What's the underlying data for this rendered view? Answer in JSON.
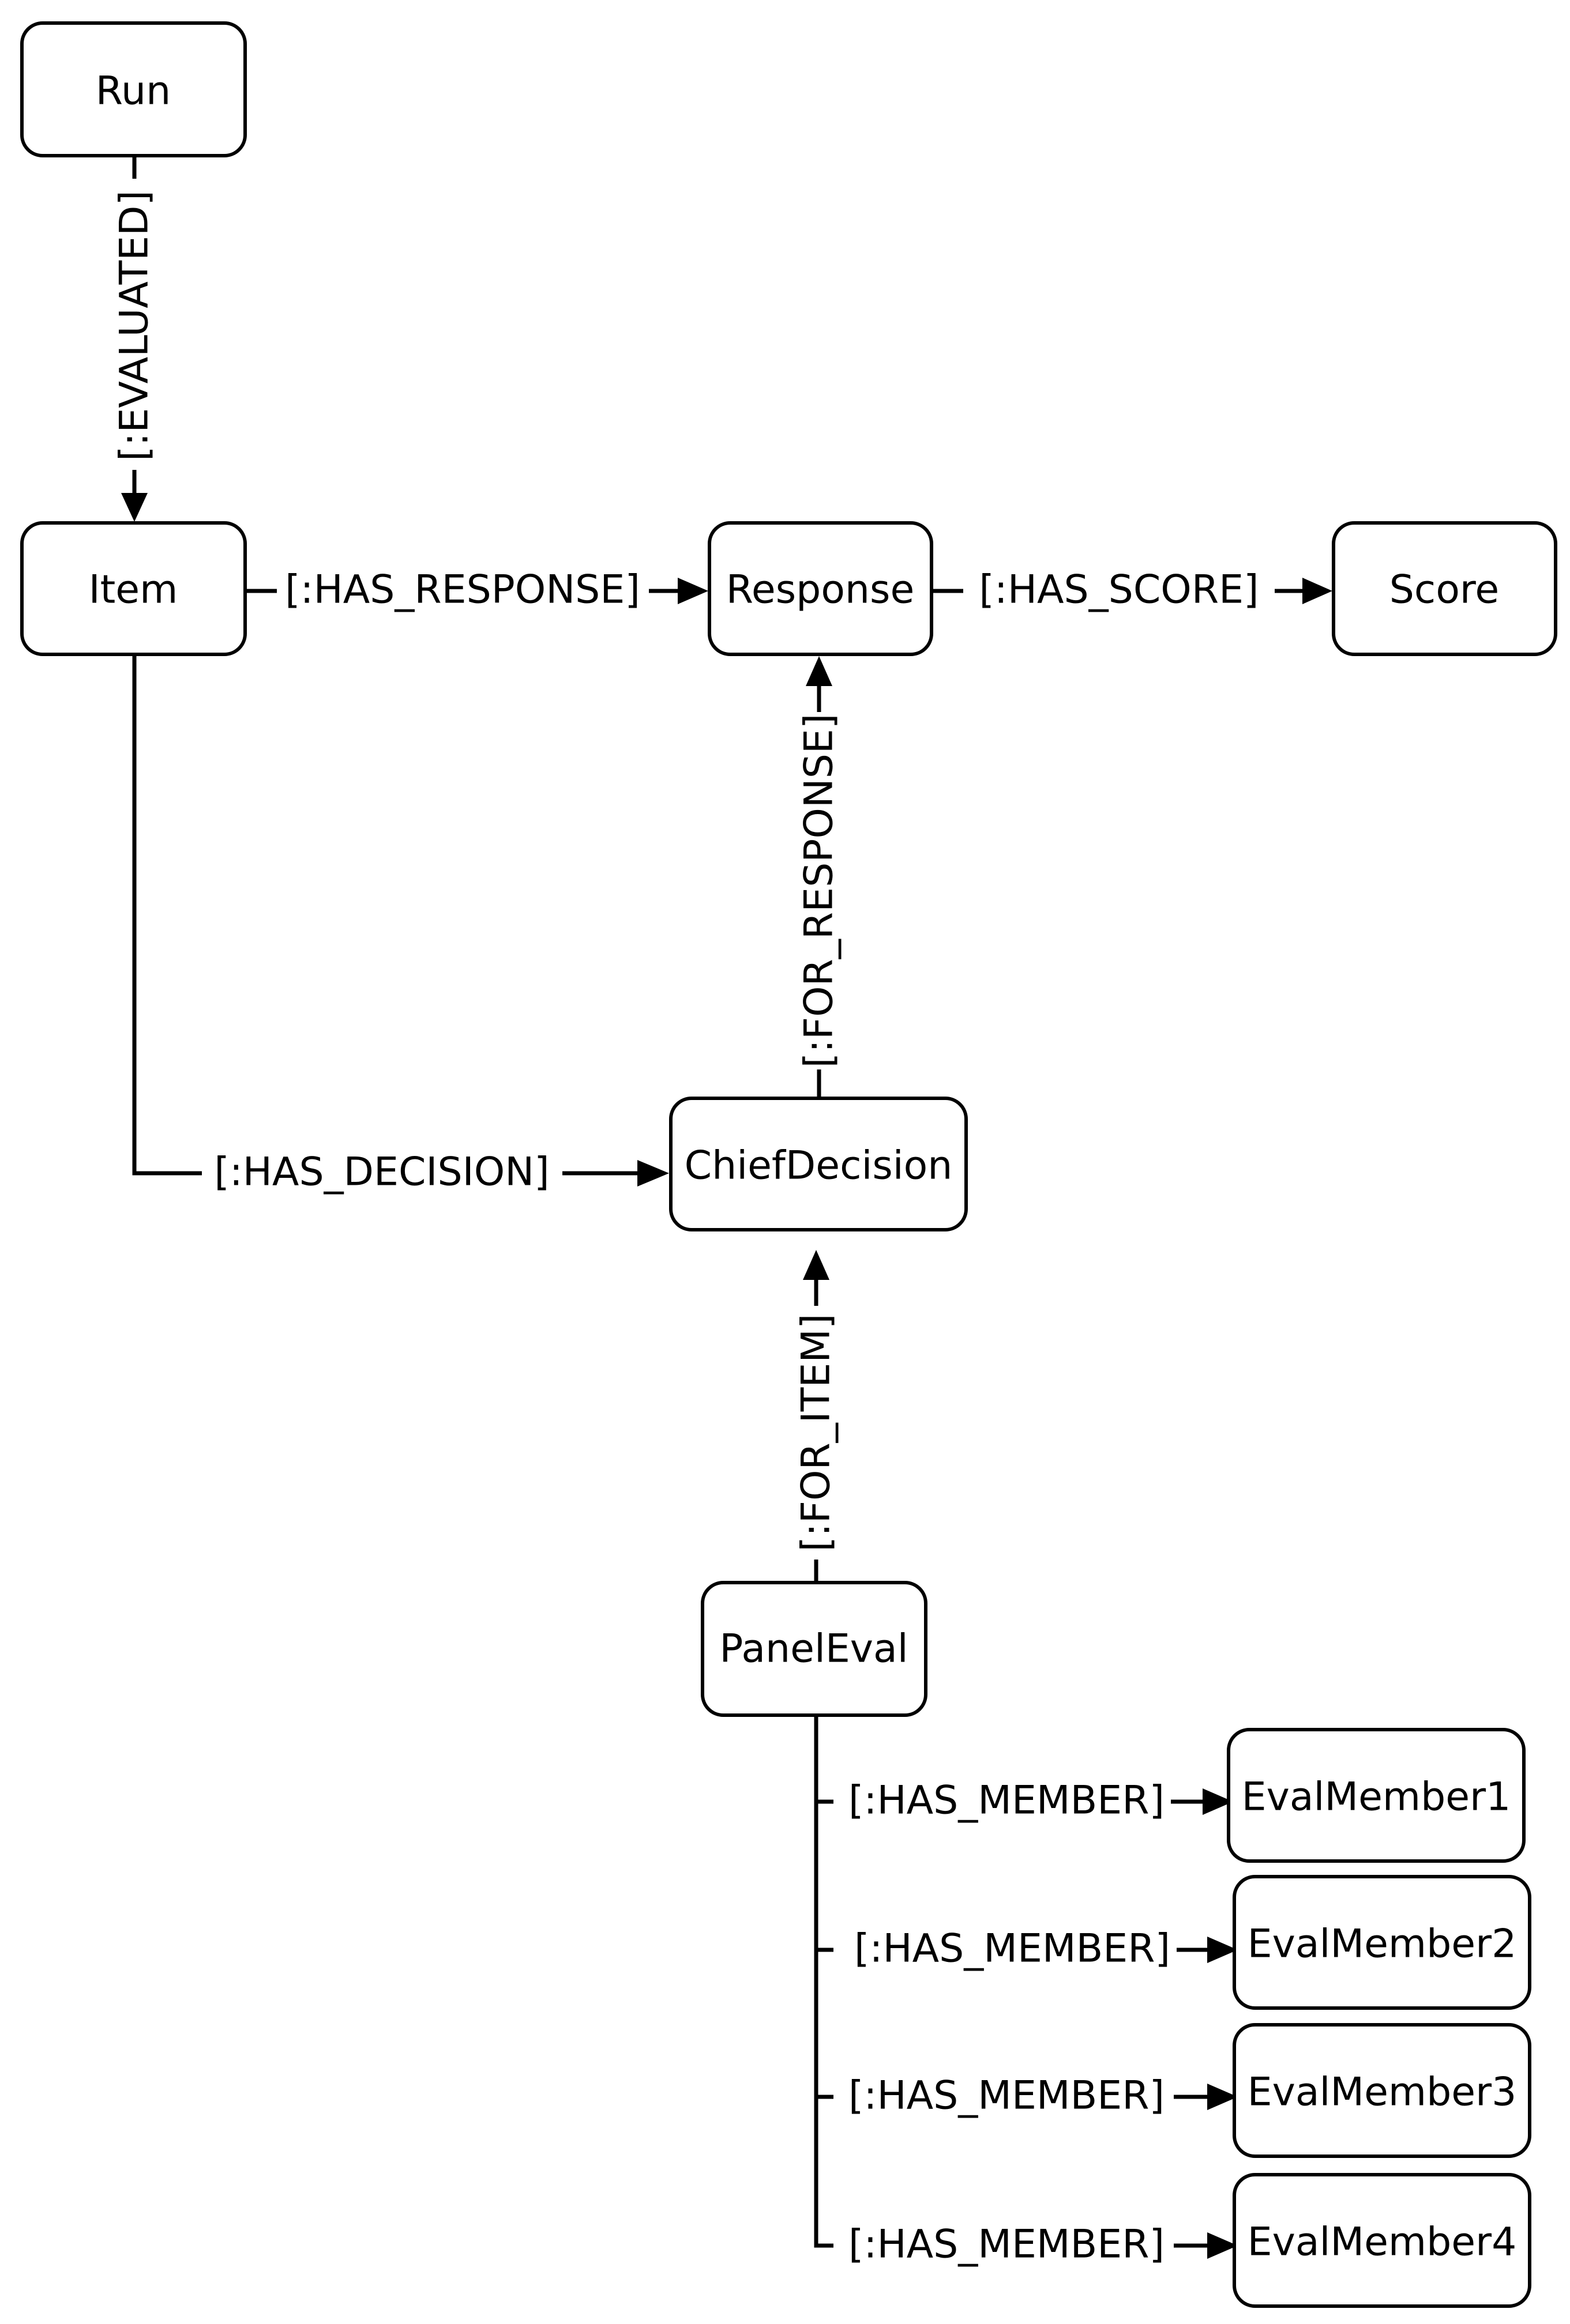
{
  "nodes": {
    "run": "Run",
    "item": "Item",
    "response": "Response",
    "score": "Score",
    "chief_decision": "ChiefDecision",
    "panel_eval": "PanelEval",
    "eval_member_1": "EvalMember1",
    "eval_member_2": "EvalMember2",
    "eval_member_3": "EvalMember3",
    "eval_member_4": "EvalMember4"
  },
  "edges": {
    "evaluated": "[:EVALUATED]",
    "has_response": "[:HAS_RESPONSE]",
    "has_score": "[:HAS_SCORE]",
    "for_response": "[:FOR_RESPONSE]",
    "has_decision": "[:HAS_DECISION]",
    "for_item": "[:FOR_ITEM]",
    "has_member_1": "[:HAS_MEMBER]",
    "has_member_2": "[:HAS_MEMBER]",
    "has_member_3": "[:HAS_MEMBER]",
    "has_member_4": "[:HAS_MEMBER]"
  }
}
